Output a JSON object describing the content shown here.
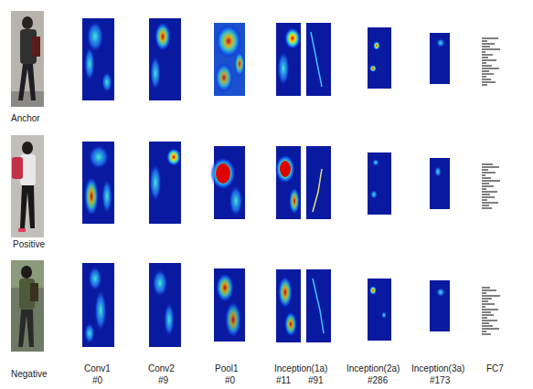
{
  "diagram": {
    "labels": [
      "Anchor",
      "Positive",
      "Negative",
      "Conv1",
      "#0",
      "Conv2",
      "#9",
      "Pool1",
      "#0",
      "Inception(1a)",
      "#11",
      "#91",
      "Inception(2a)",
      "#286",
      "Inception(3a)",
      "#173",
      "FC7"
    ]
  }
}
